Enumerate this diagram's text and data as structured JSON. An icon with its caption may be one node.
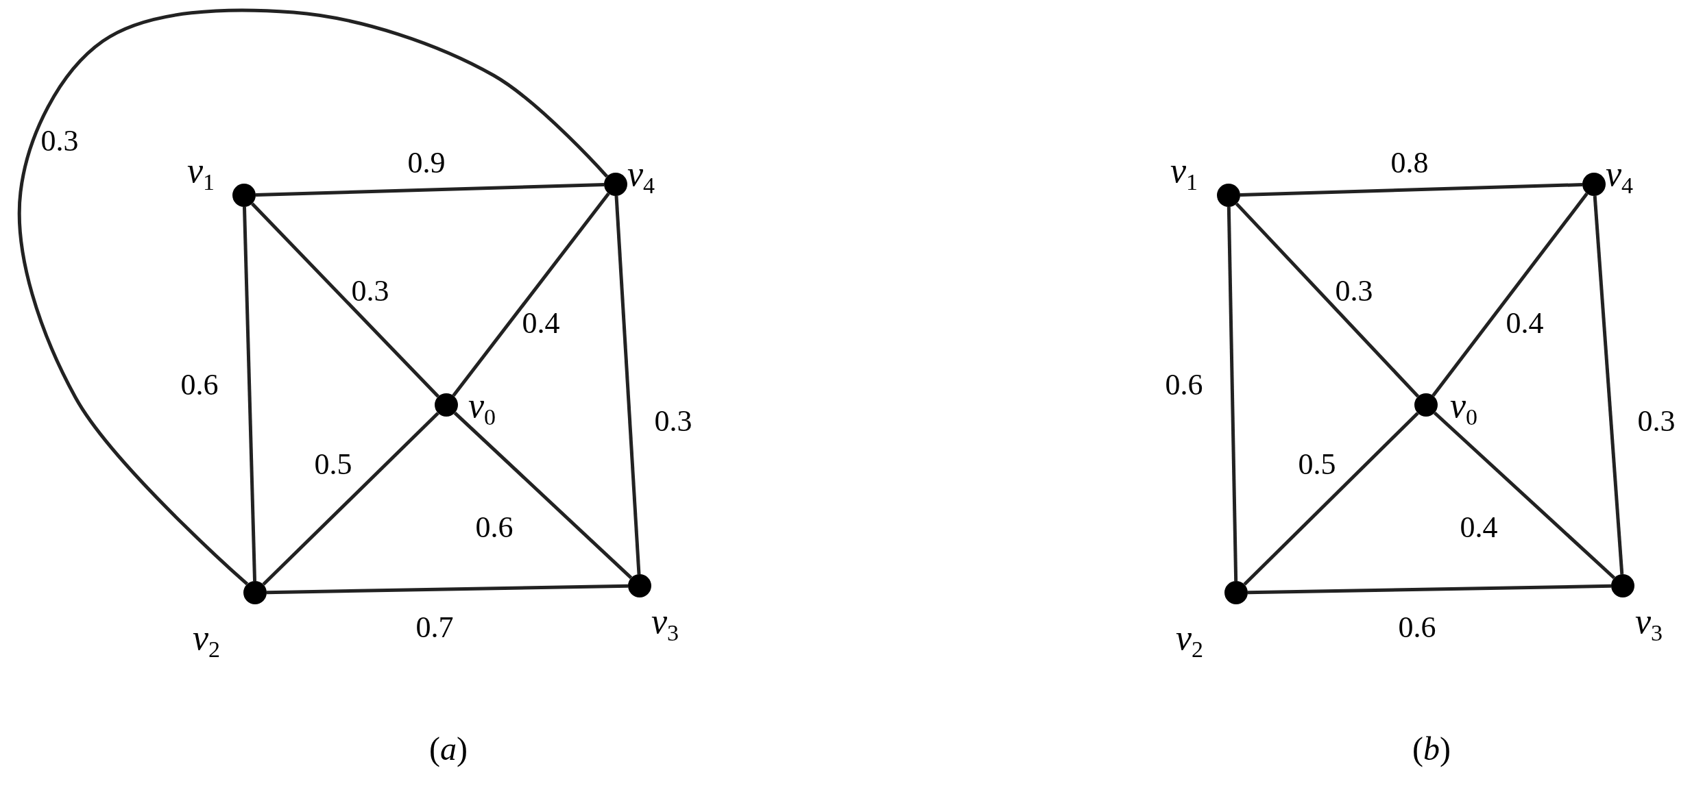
{
  "diagram": {
    "nodes": [
      {
        "text": [],
        "shape": "circle",
        "beside": [
          "*v*$_{1}$"
        ]
      },
      {
        "text": [],
        "shape": "circle",
        "beside": [
          "*v*$_{4}$"
        ]
      },
      {
        "text": [],
        "shape": "circle",
        "beside": [
          "*v*$_{0}$"
        ]
      },
      {
        "text": [],
        "shape": "circle",
        "beside": [
          "*v*$_{2}$"
        ]
      },
      {
        "text": [],
        "shape": "circle",
        "beside": [
          "*v*$_{3}$"
        ]
      },
      {
        "text": [],
        "shape": "circle",
        "beside": [
          "*v*$_{1}$"
        ]
      },
      {
        "text": [],
        "shape": "circle",
        "beside": [
          "*v*$_{4}$"
        ]
      },
      {
        "text": [],
        "shape": "circle",
        "beside": [
          "*v*$_{0}$"
        ]
      },
      {
        "text": [],
        "shape": "circle",
        "beside": [
          "*v*$_{2}$"
        ]
      },
      {
        "text": [],
        "shape": "circle",
        "beside": [
          "*v*$_{3}$"
        ]
      }
    ],
    "edges": [
      {
        "from": 3,
        "to": 1,
        "arrow": "none",
        "label": "0.3"
      },
      {
        "from": 0,
        "to": 1,
        "arrow": "none",
        "label": "0.9"
      },
      {
        "from": 0,
        "to": 2,
        "arrow": "none",
        "label": "0.3"
      },
      {
        "from": 1,
        "to": 2,
        "arrow": "none",
        "label": "0.4"
      },
      {
        "from": 0,
        "to": 3,
        "arrow": "none",
        "label": "0.6"
      },
      {
        "from": 1,
        "to": 4,
        "arrow": "none",
        "label": "0.3"
      },
      {
        "from": 3,
        "to": 2,
        "arrow": "none",
        "label": "0.5"
      },
      {
        "from": 2,
        "to": 4,
        "arrow": "none",
        "label": "0.6"
      },
      {
        "from": 3,
        "to": 4,
        "arrow": "none",
        "label": "0.7"
      },
      {
        "from": 5,
        "to": 6,
        "arrow": "none",
        "label": "0.8"
      },
      {
        "from": 5,
        "to": 7,
        "arrow": "none",
        "label": "0.3"
      },
      {
        "from": 6,
        "to": 7,
        "arrow": "none",
        "label": "0.4"
      },
      {
        "from": 5,
        "to": 8,
        "arrow": "none",
        "label": "0.6"
      },
      {
        "from": 6,
        "to": 9,
        "arrow": "none",
        "label": "0.3"
      },
      {
        "from": 8,
        "to": 7,
        "arrow": "none",
        "label": "0.5"
      },
      {
        "from": 7,
        "to": 9,
        "arrow": "none",
        "label": "0.4"
      },
      {
        "from": 8,
        "to": 9,
        "arrow": "none",
        "label": "0.6"
      }
    ],
    "labels": [
      "(*a*)",
      "(*b*)"
    ]
  }
}
